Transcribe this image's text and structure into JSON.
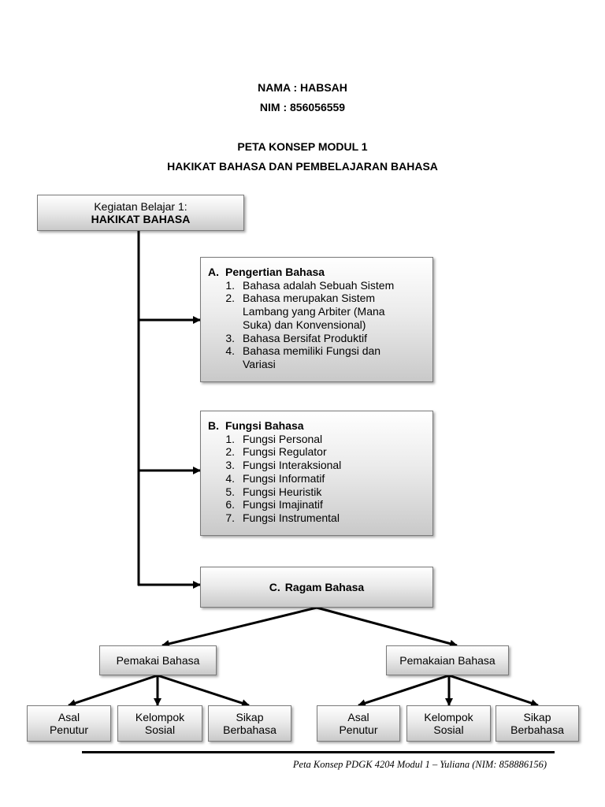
{
  "header": {
    "name": "NAMA : HABSAH",
    "nim": "NIM : 856056559",
    "title": "PETA KONSEP MODUL 1",
    "subtitle": "HAKIKAT BAHASA DAN PEMBELAJARAN BAHASA"
  },
  "root": {
    "label": "Kegiatan Belajar 1:",
    "title": "HAKIKAT BAHASA"
  },
  "section_a": {
    "letter": "A.",
    "title": "Pengertian Bahasa",
    "items": [
      {
        "num": "1.",
        "lines": [
          "Bahasa adalah Sebuah Sistem"
        ]
      },
      {
        "num": "2.",
        "lines": [
          "Bahasa merupakan Sistem",
          "Lambang yang Arbiter (Mana",
          "Suka) dan Konvensional)"
        ]
      },
      {
        "num": "3.",
        "lines": [
          "Bahasa Bersifat Produktif"
        ]
      },
      {
        "num": "4.",
        "lines": [
          "Bahasa memiliki Fungsi dan",
          "Variasi"
        ]
      }
    ]
  },
  "section_b": {
    "letter": "B.",
    "title": "Fungsi Bahasa",
    "items": [
      {
        "num": "1.",
        "lines": [
          "Fungsi Personal"
        ]
      },
      {
        "num": "2.",
        "lines": [
          "Fungsi Regulator"
        ]
      },
      {
        "num": "3.",
        "lines": [
          "Fungsi Interaksional"
        ]
      },
      {
        "num": "4.",
        "lines": [
          "Fungsi Informatif"
        ]
      },
      {
        "num": "5.",
        "lines": [
          "Fungsi Heuristik"
        ]
      },
      {
        "num": "6.",
        "lines": [
          "Fungsi Imajinatif"
        ]
      },
      {
        "num": "7.",
        "lines": [
          "Fungsi Instrumental"
        ]
      }
    ]
  },
  "section_c": {
    "letter": "C.",
    "title": "Ragam Bahasa"
  },
  "pemakai": {
    "label": "Pemakai Bahasa",
    "children": [
      [
        "Asal",
        "Penutur"
      ],
      [
        "Kelompok",
        "Sosial"
      ],
      [
        "Sikap",
        "Berbahasa"
      ]
    ]
  },
  "pemakaian": {
    "label": "Pemakaian Bahasa",
    "children": [
      [
        "Asal",
        "Penutur"
      ],
      [
        "Kelompok",
        "Sosial"
      ],
      [
        "Sikap",
        "Berbahasa"
      ]
    ]
  },
  "footer": {
    "text": "Peta Konsep PDGK 4204 Modul 1 – Yuliana (NIM: 858886156)"
  }
}
